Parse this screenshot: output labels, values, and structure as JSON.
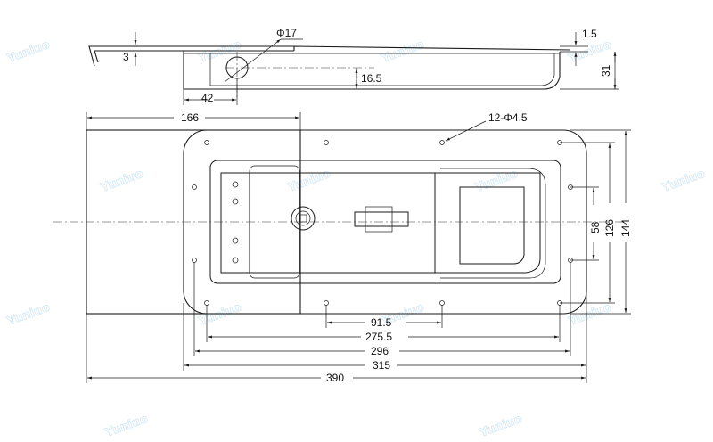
{
  "side_view": {
    "dims": {
      "hole_dia": "Φ17",
      "hook_thickness": "3",
      "plate_thickness": "1.5",
      "height": "31",
      "hole_height": "16.5",
      "hole_offset": "42"
    }
  },
  "plan_view": {
    "dims": {
      "holes": "12-Φ4.5",
      "width_166": "166",
      "height_58": "58",
      "height_126": "126",
      "height_144": "144",
      "len_91_5": "91.5",
      "len_275_5": "275.5",
      "len_296": "296",
      "len_315": "315",
      "len_390": "390"
    }
  },
  "watermark": {
    "text": "Yuniuo"
  }
}
